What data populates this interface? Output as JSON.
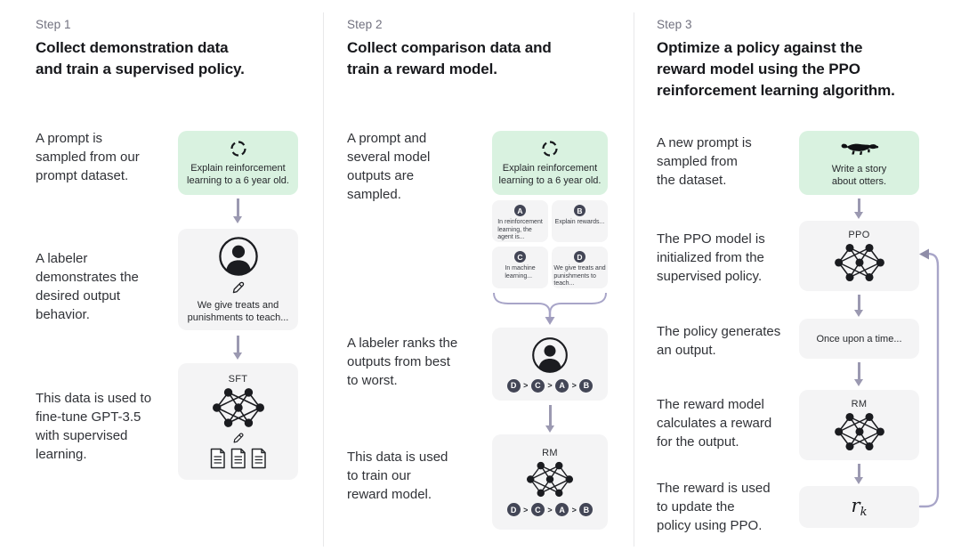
{
  "colors": {
    "prompt_box_green": "#d9f2e0",
    "model_box_gray": "#f4f4f5",
    "badge_navy": "#434656",
    "arrow_gray_purple": "#9b99b1",
    "connector_lavender": "#a8a5c8",
    "divider_gray": "#e8e8ea"
  },
  "steps": {
    "one": {
      "label": "Step 1",
      "headline": "Collect demonstration data\nand train a supervised policy.",
      "caption_prompt": "A prompt is\nsampled from our\nprompt dataset.",
      "caption_labeler": "A labeler\ndemonstrates the\ndesired output\nbehavior.",
      "caption_finetune": "This data is used to\nfine-tune GPT-3.5\nwith supervised\nlearning.",
      "prompt_box_text": "Explain reinforcement\nlearning to a 6 year old.",
      "labeler_box_text": "We give treats and\npunishments to teach...",
      "model_label": "SFT"
    },
    "two": {
      "label": "Step 2",
      "headline": "Collect comparison data and\ntrain a reward model.",
      "caption_sampled": "A prompt and\nseveral model\noutputs are\nsampled.",
      "caption_ranks": "A labeler ranks the\noutputs from best\nto worst.",
      "caption_train_rm": "This data is used\nto train our\nreward model.",
      "prompt_box_text": "Explain reinforcement\nlearning to a 6 year old.",
      "outputs": [
        {
          "id": "A",
          "text": "In reinforcement\nlearning, the\nagent is..."
        },
        {
          "id": "B",
          "text": "Explain rewards..."
        },
        {
          "id": "C",
          "text": "In machine\nlearning..."
        },
        {
          "id": "D",
          "text": "We give treats and\npunishments to\nteach..."
        }
      ],
      "ranking": [
        "D",
        "C",
        "A",
        "B"
      ],
      "rank_separator": ">",
      "model_label": "RM"
    },
    "three": {
      "label": "Step 3",
      "headline": "Optimize a policy against the\nreward model using the PPO\nreinforcement learning algorithm.",
      "caption_new_prompt": "A new prompt is\nsampled from\nthe dataset.",
      "caption_ppo_init": "The PPO model is\ninitialized from the\nsupervised policy.",
      "caption_generates": "The policy generates\nan output.",
      "caption_rm_calc": "The reward model\ncalculates a reward\nfor the output.",
      "caption_update": "The reward is used\nto update the\npolicy using PPO.",
      "prompt_box_text": "Write a story\nabout otters.",
      "ppo_label": "PPO",
      "output_box_text": "Once upon a time...",
      "rm_label": "RM",
      "reward_symbol": "r",
      "reward_subscript": "k"
    }
  }
}
